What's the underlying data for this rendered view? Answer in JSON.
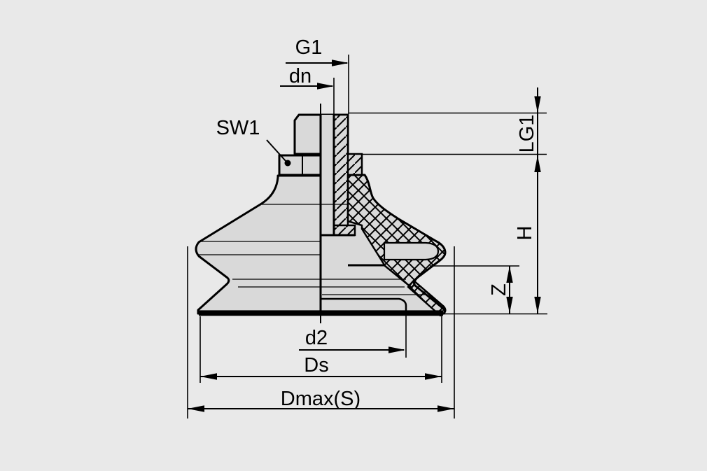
{
  "drawing": {
    "figure_type": "technical-cross-section-diagram",
    "subject": "bellows suction cup with threaded fitting, half-section view",
    "dimension_labels": {
      "g1": "G1",
      "dn": "dn",
      "sw1": "SW1",
      "lg1": "LG1",
      "h": "H",
      "z": "Z",
      "d2": "d2",
      "ds": "Ds",
      "dmax": "Dmax(S)"
    },
    "colors": {
      "background": "#e9e9e9",
      "part_fill": "#d9d9d9",
      "line": "#000000"
    }
  }
}
